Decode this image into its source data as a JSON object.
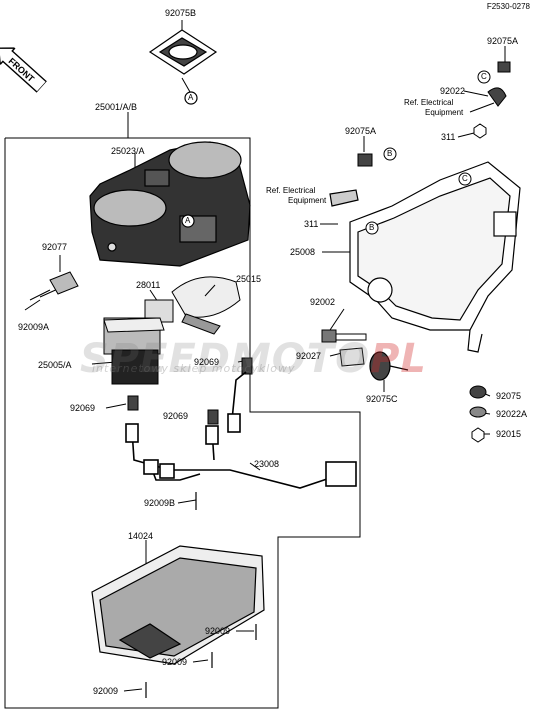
{
  "diagram_code": "F2530-0278",
  "front_label": "FRONT",
  "watermark": {
    "brand_a": "SPEEDMOTO",
    "brand_b": "PL",
    "tagline": "internetowy sklep motocyklowy"
  },
  "parts": {
    "p92075B": "92075B",
    "p92075A_top": "92075A",
    "p92022": "92022",
    "ref_elec_top": "Ref. Electrical",
    "ref_elec_top_2": "Equipment",
    "p311_top": "311",
    "p25001": "25001/A/B",
    "p25023": "25023/A",
    "p92075A_mid": "92075A",
    "ref_elec_mid": "Ref. Electrical",
    "ref_elec_mid_2": "Equipment",
    "p311_mid": "311",
    "p25008": "25008",
    "p92077": "92077",
    "p92009A": "92009A",
    "p28011": "28011",
    "p25015": "25015",
    "p92002": "92002",
    "p25005": "25005/A",
    "p92069_a": "92069",
    "p92027": "92027",
    "p92069_b": "92069",
    "p92069_c": "92069",
    "p92075C": "92075C",
    "p92075": "92075",
    "p92022A": "92022A",
    "p92015": "92015",
    "p23008": "23008",
    "p92009B": "92009B",
    "p14024": "14024",
    "p92009_a": "92009",
    "p92009_b": "92009",
    "p92009_c": "92009"
  },
  "callouts": {
    "A": "A",
    "B": "B",
    "C": "C"
  }
}
